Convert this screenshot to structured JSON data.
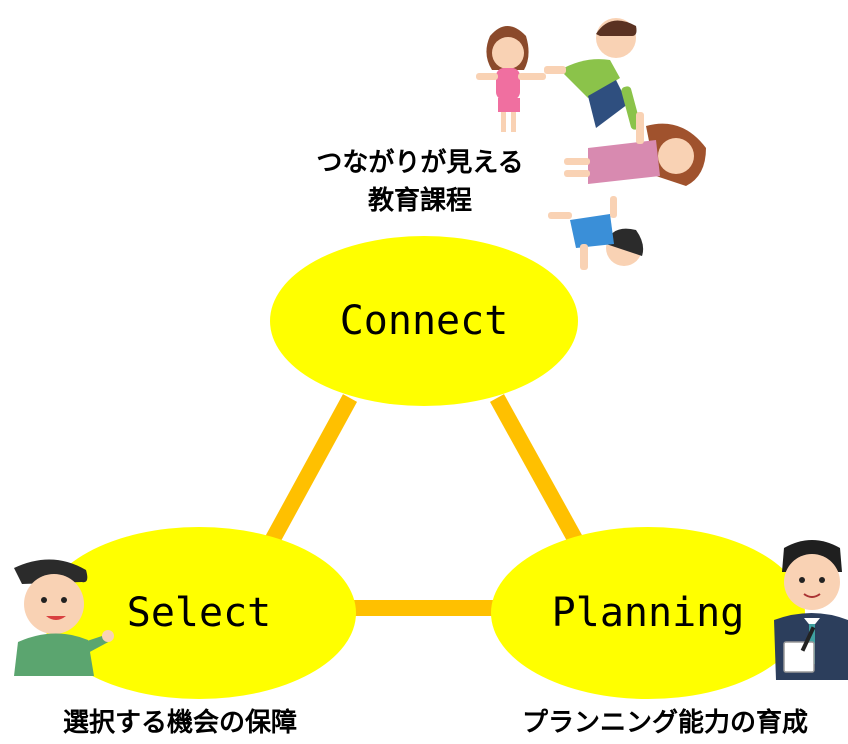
{
  "colors": {
    "node_fill": "#ffff00",
    "connector": "#ffc000"
  },
  "nodes": {
    "connect": {
      "label": "Connect"
    },
    "select": {
      "label": "Select"
    },
    "planning": {
      "label": "Planning"
    }
  },
  "captions": {
    "connect_line1": "つながりが見える",
    "connect_line2": "教育課程",
    "select": "選択する機会の保障",
    "planning": "プランニング能力の育成"
  },
  "illustrations": {
    "family_circle": "family-holding-hands-illustration",
    "pointing_boy": "boy-pointing-illustration",
    "businessman": "businessman-writing-illustration"
  }
}
